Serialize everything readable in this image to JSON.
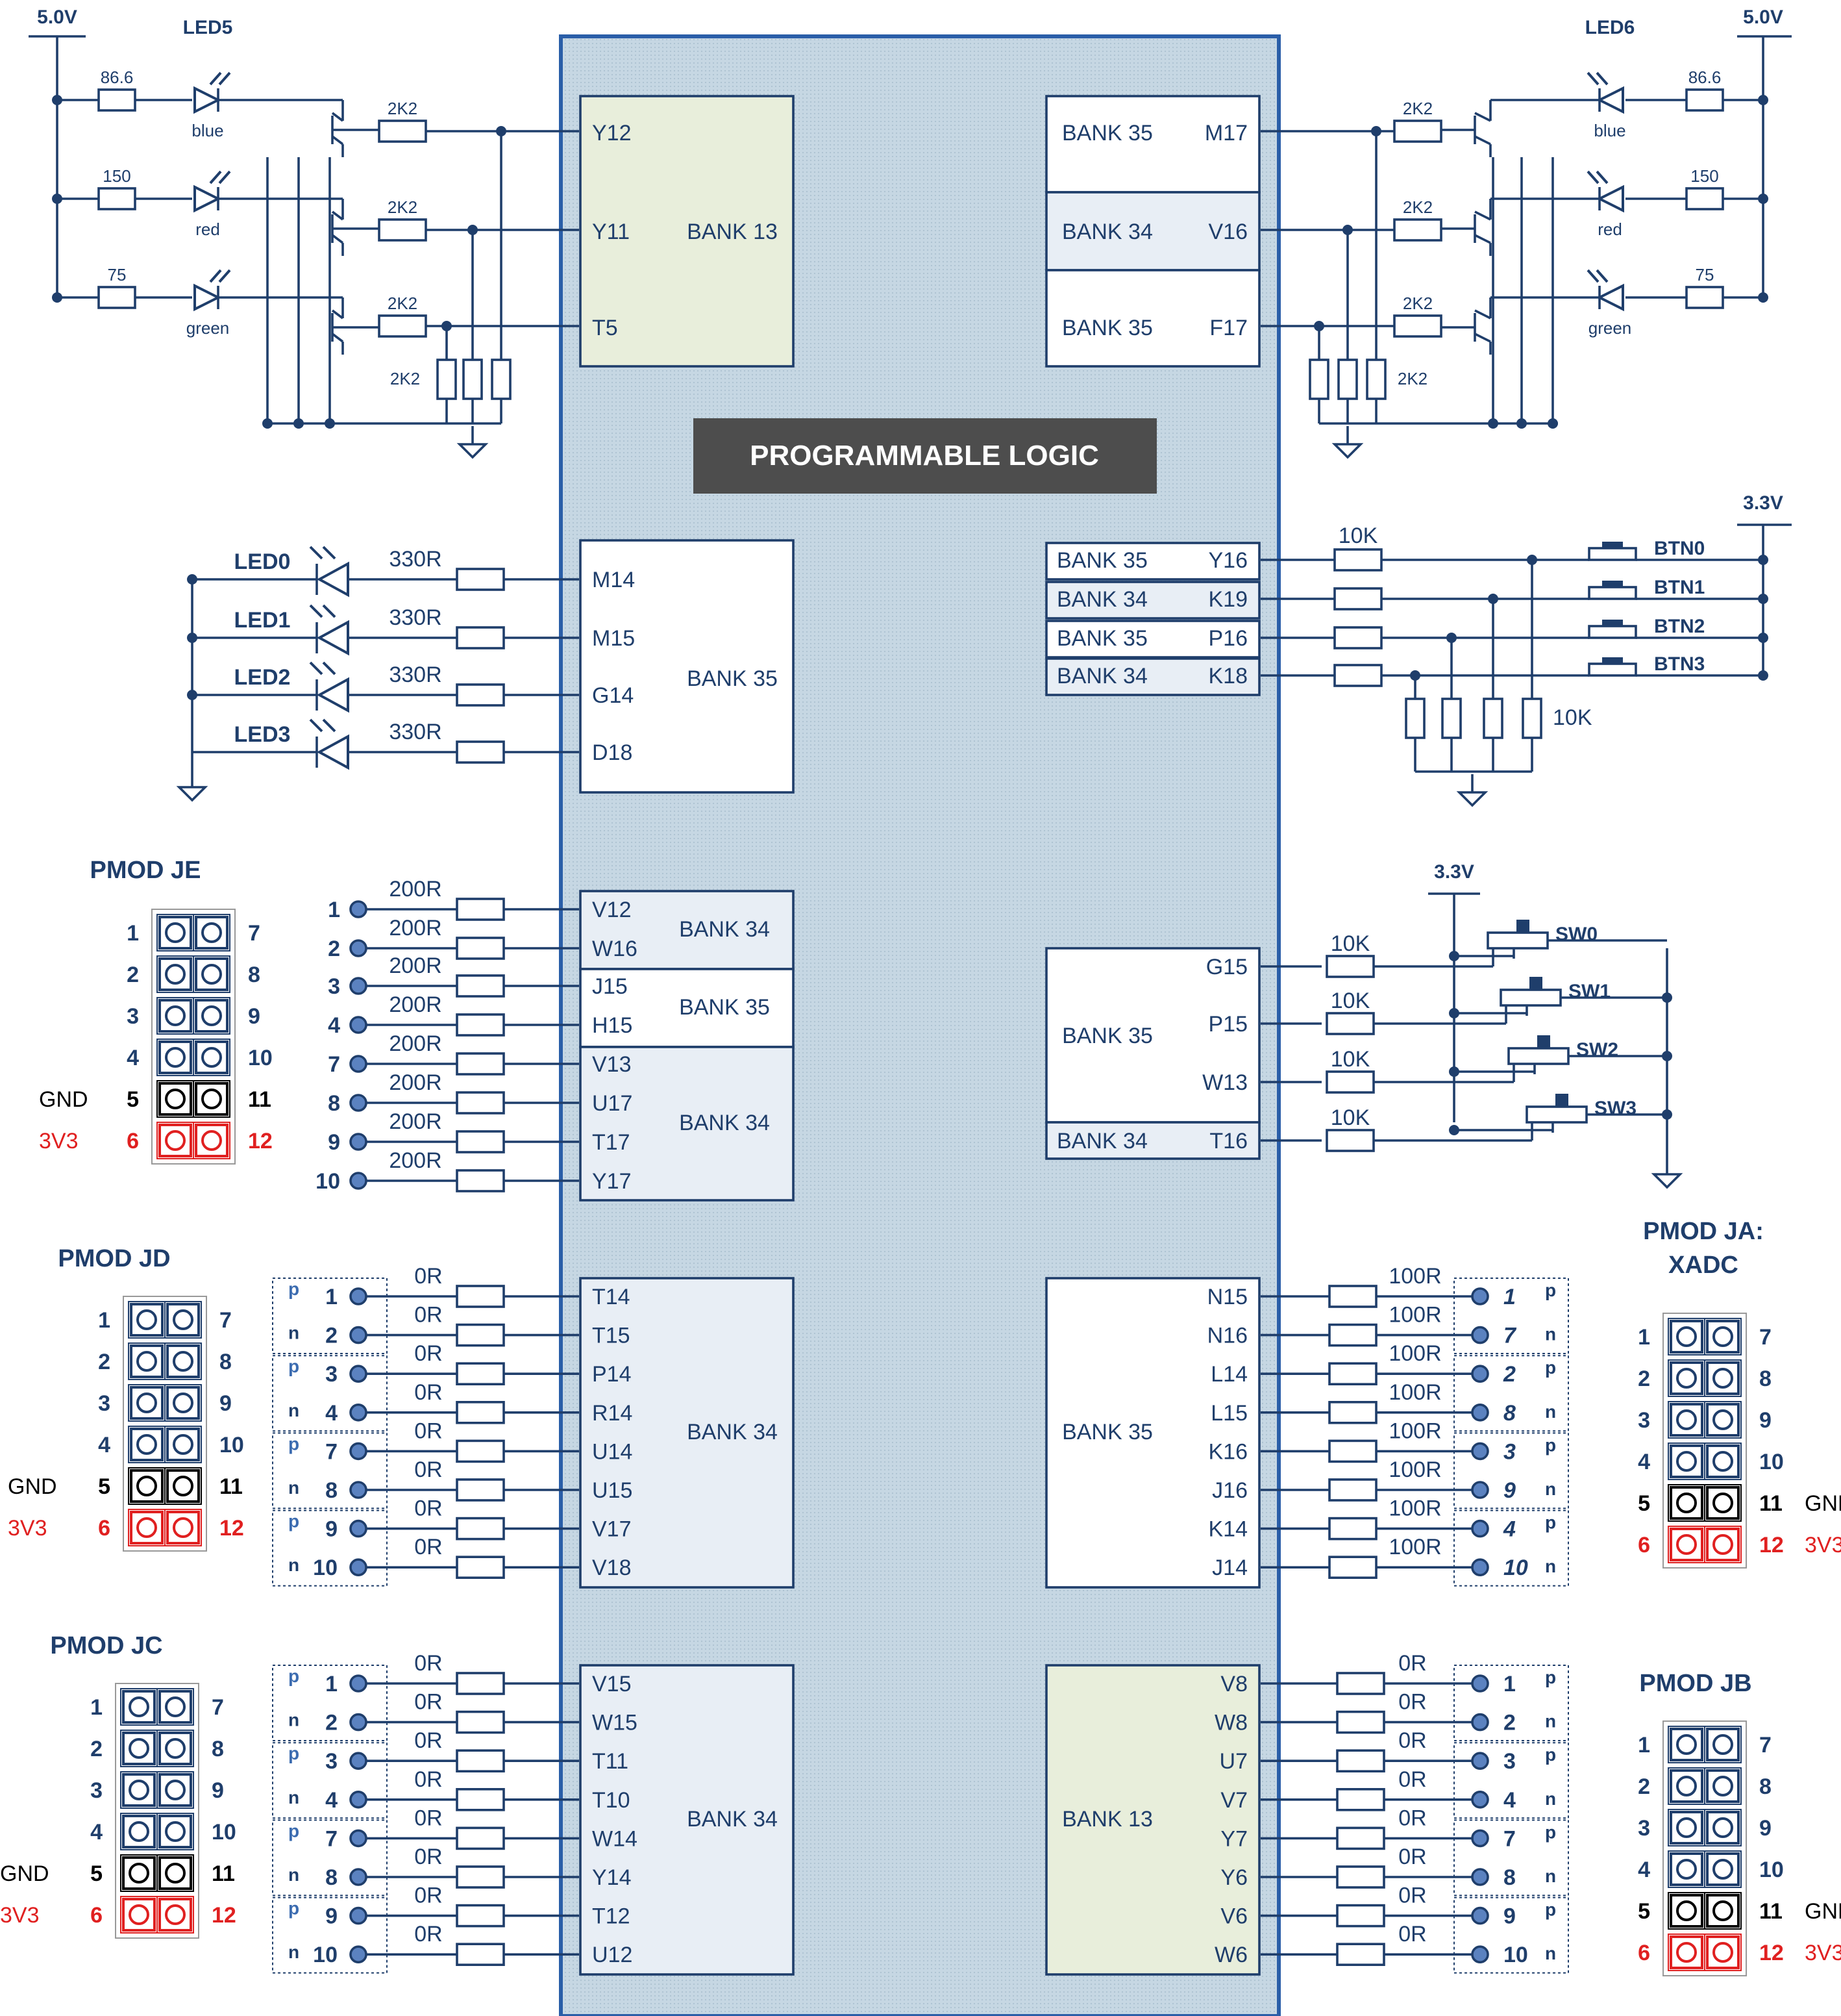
{
  "colors": {
    "wire": "#1f3e6b",
    "fpga_border": "#2a5ea8",
    "fpga_fill": "#c5d6e2",
    "bank13_fill": "#e8eedb",
    "bank_light": "#e8eef5",
    "red": "#e02020",
    "banner_bg": "#4d4d4d"
  },
  "power": {
    "v5": "5.0V",
    "v33": "3.3V"
  },
  "fpga": {
    "banner": "PROGRAMMABLE LOGIC"
  },
  "rgb": {
    "left": {
      "name": "LED5",
      "bank": "BANK 13",
      "pins": [
        "Y12",
        "Y11",
        "T5"
      ],
      "colors": [
        "blue",
        "red",
        "green"
      ],
      "res": [
        "86.6",
        "150",
        "75"
      ],
      "base_res": "2K2",
      "pulldown": "2K2"
    },
    "right": {
      "name": "LED6",
      "pins": [
        "M17",
        "V16",
        "F17"
      ],
      "banks": [
        "BANK 35",
        "BANK 34",
        "BANK 35"
      ],
      "colors": [
        "blue",
        "red",
        "green"
      ],
      "res": [
        "86.6",
        "150",
        "75"
      ],
      "base_res": "2K2",
      "pulldown": "2K2"
    }
  },
  "leds": {
    "bank": "BANK 35",
    "res": "330R",
    "items": [
      {
        "name": "LED0",
        "pin": "M14"
      },
      {
        "name": "LED1",
        "pin": "M15"
      },
      {
        "name": "LED2",
        "pin": "G14"
      },
      {
        "name": "LED3",
        "pin": "D18"
      }
    ]
  },
  "buttons": {
    "res": "10K",
    "pulldown": "10K",
    "items": [
      {
        "bank": "BANK 35",
        "pin": "Y16",
        "name": "BTN0"
      },
      {
        "bank": "BANK 34",
        "pin": "K19",
        "name": "BTN1"
      },
      {
        "bank": "BANK 35",
        "pin": "P16",
        "name": "BTN2"
      },
      {
        "bank": "BANK 34",
        "pin": "K18",
        "name": "BTN3"
      }
    ]
  },
  "switches": {
    "bank_main": "BANK 35",
    "bank_last": "BANK 34",
    "res": "10K",
    "items": [
      {
        "pin": "G15",
        "name": "SW0"
      },
      {
        "pin": "P15",
        "name": "SW1"
      },
      {
        "pin": "W13",
        "name": "SW2"
      },
      {
        "pin": "T16",
        "name": "SW3"
      }
    ]
  },
  "je": {
    "title": "PMOD JE",
    "res": "200R",
    "groups": [
      "BANK 34",
      "BANK 35",
      "BANK 34"
    ],
    "rows": [
      {
        "num": "1",
        "pin": "V12"
      },
      {
        "num": "2",
        "pin": "W16"
      },
      {
        "num": "3",
        "pin": "J15"
      },
      {
        "num": "4",
        "pin": "H15"
      },
      {
        "num": "7",
        "pin": "V13"
      },
      {
        "num": "8",
        "pin": "U17"
      },
      {
        "num": "9",
        "pin": "T17"
      },
      {
        "num": "10",
        "pin": "Y17"
      }
    ]
  },
  "jd": {
    "title": "PMOD JD",
    "res": "0R",
    "bank": "BANK 34",
    "rows": [
      {
        "pol": "p",
        "num": "1",
        "pin": "T14"
      },
      {
        "pol": "n",
        "num": "2",
        "pin": "T15"
      },
      {
        "pol": "p",
        "num": "3",
        "pin": "P14"
      },
      {
        "pol": "n",
        "num": "4",
        "pin": "R14"
      },
      {
        "pol": "p",
        "num": "7",
        "pin": "U14"
      },
      {
        "pol": "n",
        "num": "8",
        "pin": "U15"
      },
      {
        "pol": "p",
        "num": "9",
        "pin": "V17"
      },
      {
        "pol": "n",
        "num": "10",
        "pin": "V18"
      }
    ]
  },
  "jc": {
    "title": "PMOD JC",
    "res": "0R",
    "bank": "BANK 34",
    "rows": [
      {
        "pol": "p",
        "num": "1",
        "pin": "V15"
      },
      {
        "pol": "n",
        "num": "2",
        "pin": "W15"
      },
      {
        "pol": "p",
        "num": "3",
        "pin": "T11"
      },
      {
        "pol": "n",
        "num": "4",
        "pin": "T10"
      },
      {
        "pol": "p",
        "num": "7",
        "pin": "W14"
      },
      {
        "pol": "n",
        "num": "8",
        "pin": "Y14"
      },
      {
        "pol": "p",
        "num": "9",
        "pin": "T12"
      },
      {
        "pol": "n",
        "num": "10",
        "pin": "U12"
      }
    ]
  },
  "ja": {
    "title1": "PMOD JA:",
    "title2": "XADC",
    "res": "100R",
    "bank": "BANK 35",
    "rows": [
      {
        "pin": "N15",
        "num": "1",
        "pol": "p"
      },
      {
        "pin": "N16",
        "num": "7",
        "pol": "n"
      },
      {
        "pin": "L14",
        "num": "2",
        "pol": "p"
      },
      {
        "pin": "L15",
        "num": "8",
        "pol": "n"
      },
      {
        "pin": "K16",
        "num": "3",
        "pol": "p"
      },
      {
        "pin": "J16",
        "num": "9",
        "pol": "n"
      },
      {
        "pin": "K14",
        "num": "4",
        "pol": "p"
      },
      {
        "pin": "J14",
        "num": "10",
        "pol": "n"
      }
    ]
  },
  "jb": {
    "title": "PMOD JB",
    "res": "0R",
    "bank": "BANK 13",
    "rows": [
      {
        "pin": "V8",
        "num": "1",
        "pol": "p"
      },
      {
        "pin": "W8",
        "num": "2",
        "pol": "n"
      },
      {
        "pin": "U7",
        "num": "3",
        "pol": "p"
      },
      {
        "pin": "V7",
        "num": "4",
        "pol": "n"
      },
      {
        "pin": "Y7",
        "num": "7",
        "pol": "p"
      },
      {
        "pin": "Y6",
        "num": "8",
        "pol": "n"
      },
      {
        "pin": "V6",
        "num": "9",
        "pol": "p"
      },
      {
        "pin": "W6",
        "num": "10",
        "pol": "n"
      }
    ]
  },
  "pmod_header": {
    "left_nums": [
      "1",
      "2",
      "3",
      "4",
      "5",
      "6"
    ],
    "right_nums": [
      "7",
      "8",
      "9",
      "10",
      "11",
      "12"
    ],
    "gnd": "GND",
    "v33": "3V3"
  }
}
